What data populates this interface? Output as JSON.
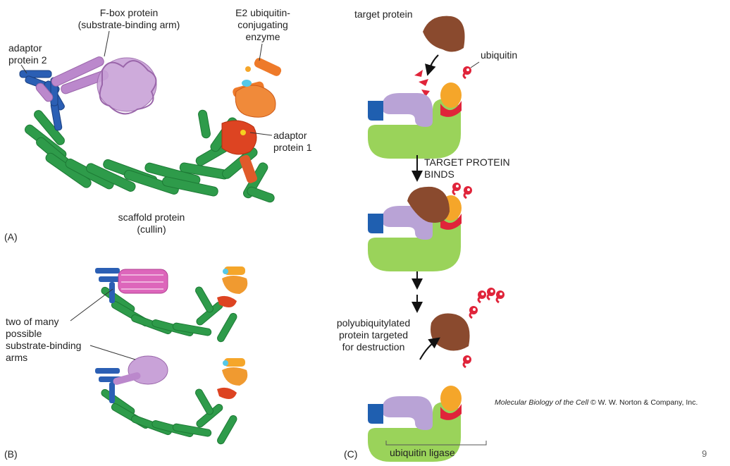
{
  "panelA": {
    "tag": "(A)",
    "fbox": "F-box protein",
    "fbox_sub": "(substrate-binding arm)",
    "e2_1": "E2 ubiquitin-",
    "e2_2": "conjugating",
    "e2_3": "enzyme",
    "adaptor2_1": "adaptor",
    "adaptor2_2": "protein 2",
    "adaptor1_1": "adaptor",
    "adaptor1_2": "protein 1",
    "scaffold_1": "scaffold protein",
    "scaffold_2": "(cullin)"
  },
  "panelB": {
    "tag": "(B)",
    "arms": [
      "two of many",
      "possible",
      "substrate-binding",
      "arms"
    ]
  },
  "panelC": {
    "tag": "(C)",
    "target": "target protein",
    "ubiquitin": "ubiquitin",
    "binds_1": "TARGET PROTEIN",
    "binds_2": "BINDS",
    "poly": [
      "polyubiquitylated",
      "protein targeted",
      "for destruction"
    ],
    "ligase": "ubiquitin ligase"
  },
  "credit": {
    "title": "Molecular Biology of the Cell",
    "rest": " © W. W. Norton & Company, Inc."
  },
  "page_number": "9",
  "colors": {
    "scaffold_green": "#2e9b4a",
    "adaptor2_blue": "#2b5fb4",
    "fbox_lilac": "#bb88cc",
    "fbox_pink": "#dd66bb",
    "e2_orange": "#ee7a2a",
    "adaptor1_red": "#dd4422",
    "ligase_green": "#9ad35a",
    "lilac_arm": "#b9a3d6",
    "target_brown": "#8a4a2e",
    "e2_yellow": "#f5a62a",
    "ubiquitin_red": "#e0243a",
    "blue_block": "#1f5fb0"
  }
}
